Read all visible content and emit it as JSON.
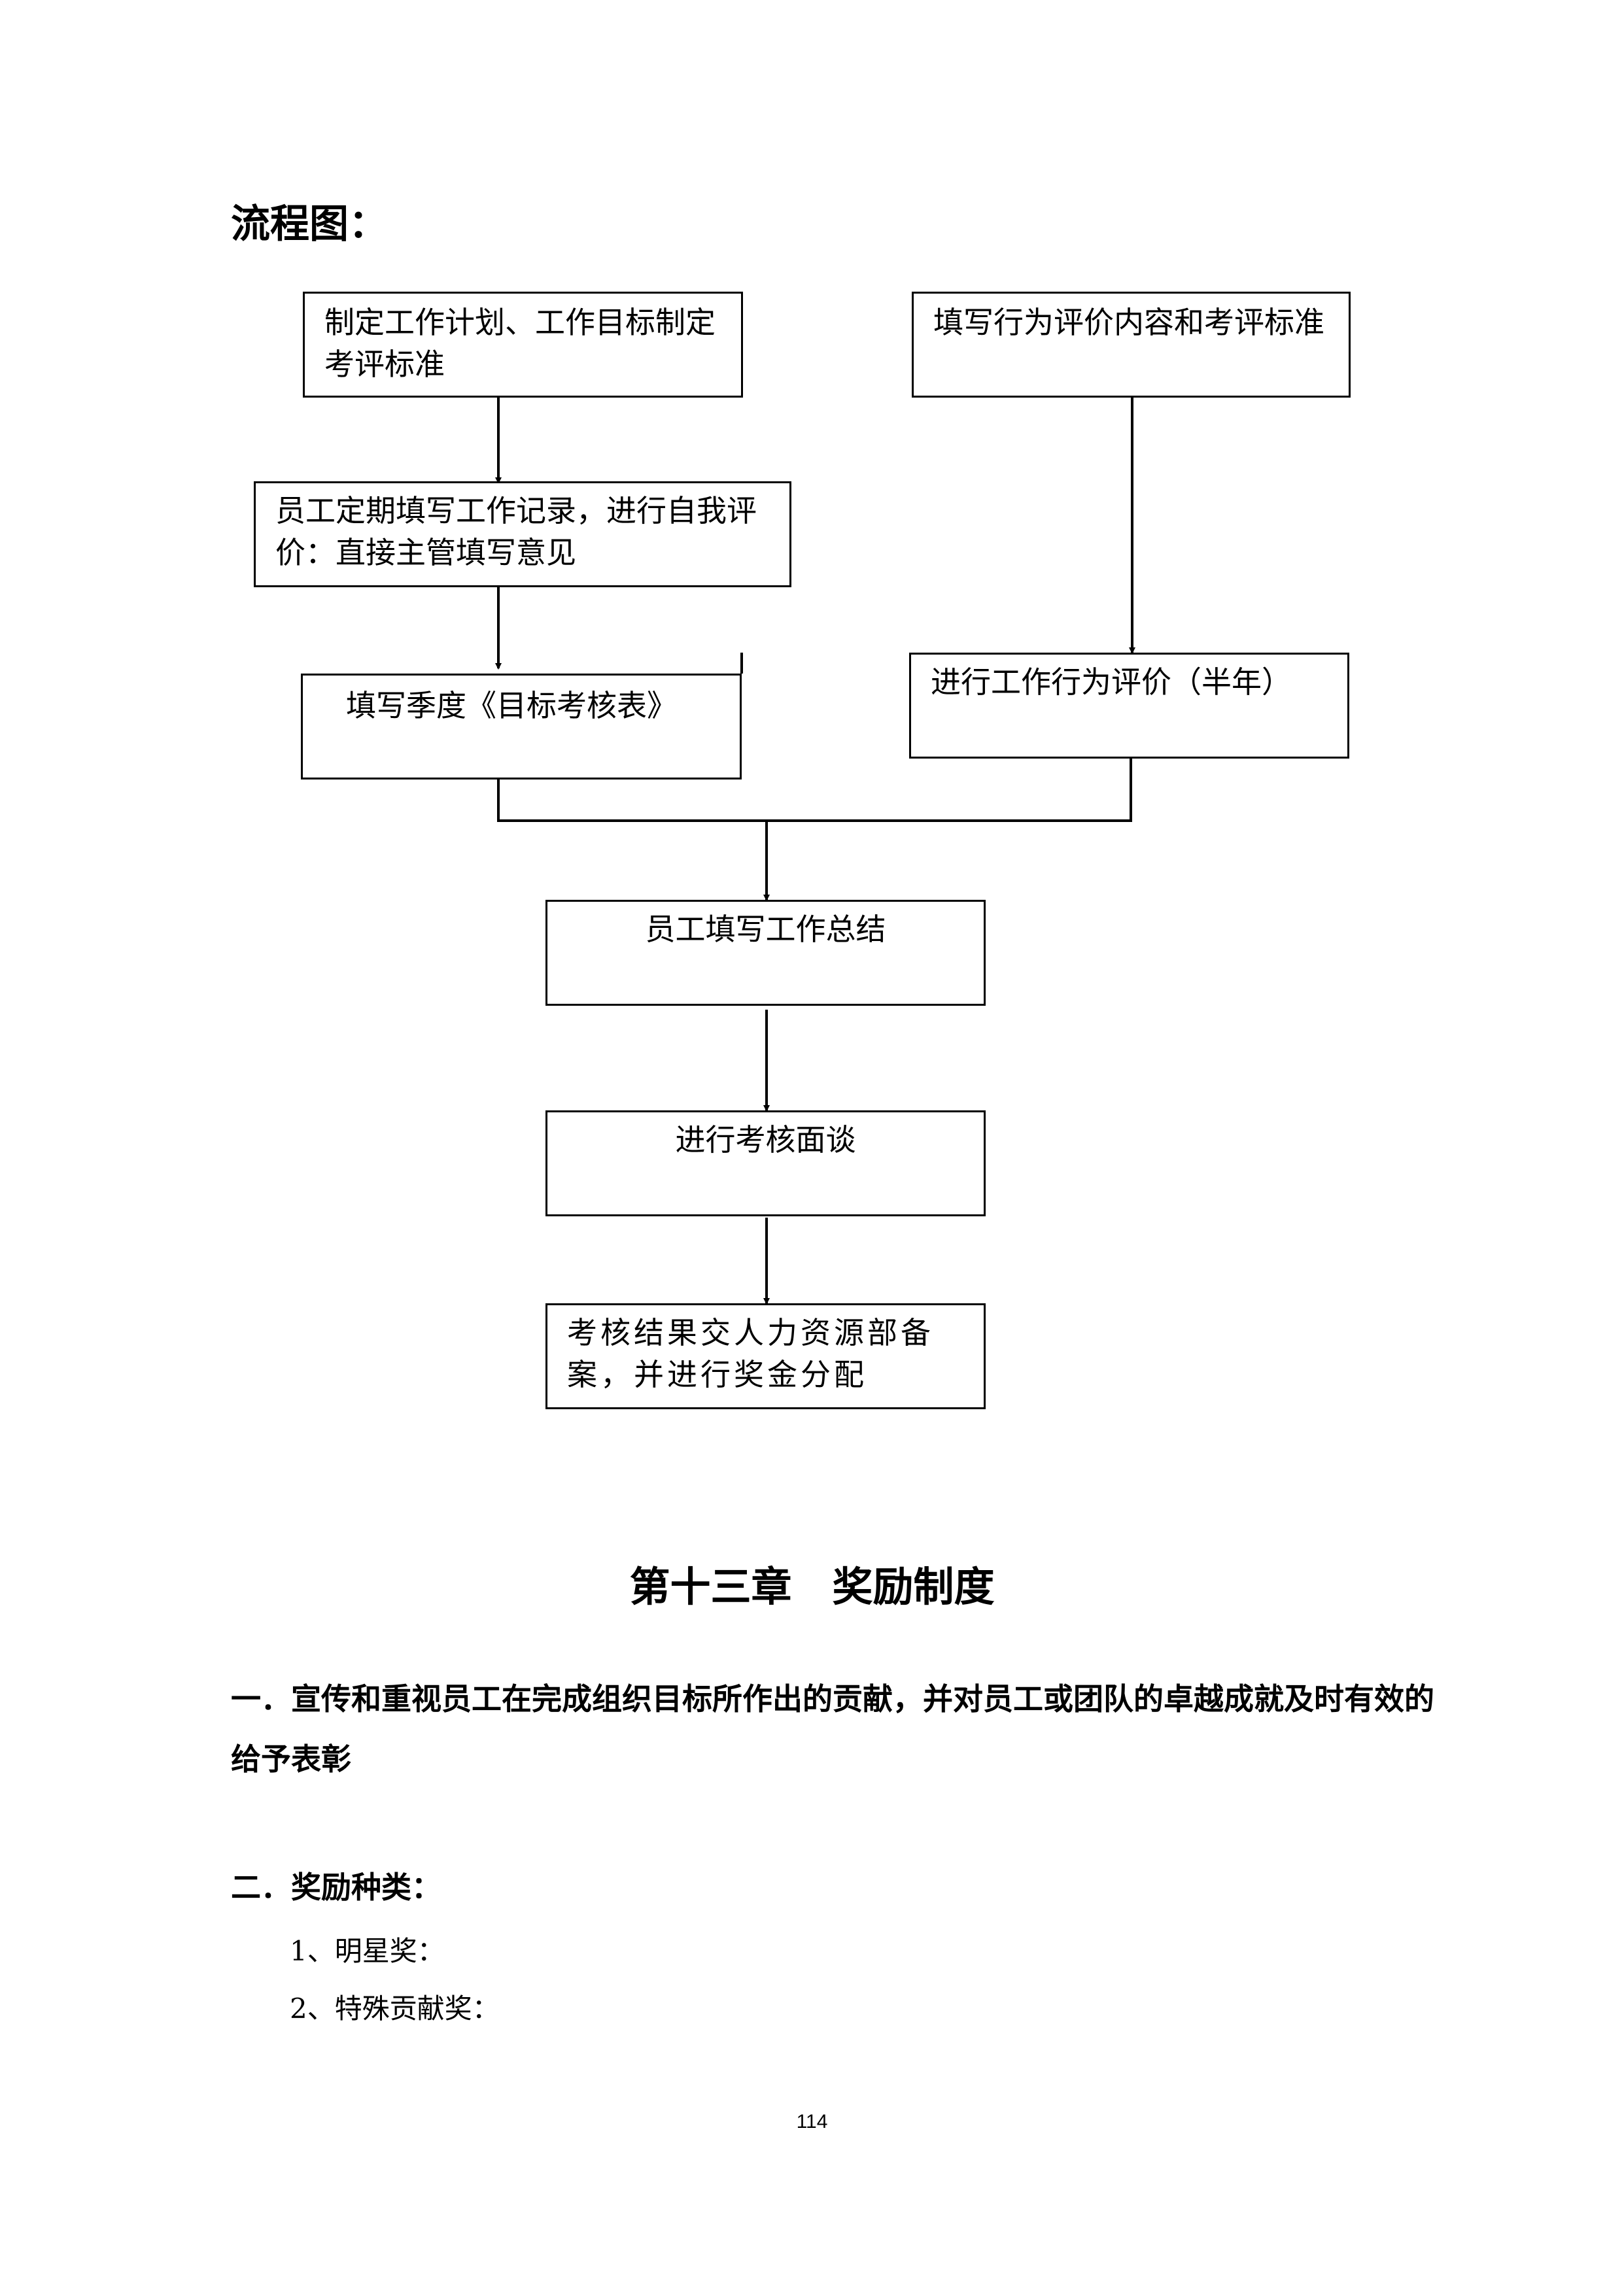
{
  "heading": "流程图：",
  "flowchart": {
    "box_plan": "制定工作计划、工作目标制定考评标准",
    "box_self_eval": "员工定期填写工作记录，进行自我评价：直接主管填写意见",
    "box_quarterly": "填写季度《目标考核表》",
    "box_behavior_content": "填写行为评价内容和考评标准",
    "box_behavior_eval": "进行工作行为评价（半年）",
    "box_summary": "员工填写工作总结",
    "box_interview": "进行考核面谈",
    "box_result": "考核结果交人力资源部备案，并进行奖金分配"
  },
  "chapter_title": "第十三章　奖励制度",
  "section1": "一．宣传和重视员工在完成组织目标所作出的贡献，并对员工或团队的卓越成就及时有效的给予表彰",
  "section2": "二．奖励种类：",
  "award_items": [
    "1、明星奖：",
    "2、特殊贡献奖："
  ],
  "page_number": "114"
}
